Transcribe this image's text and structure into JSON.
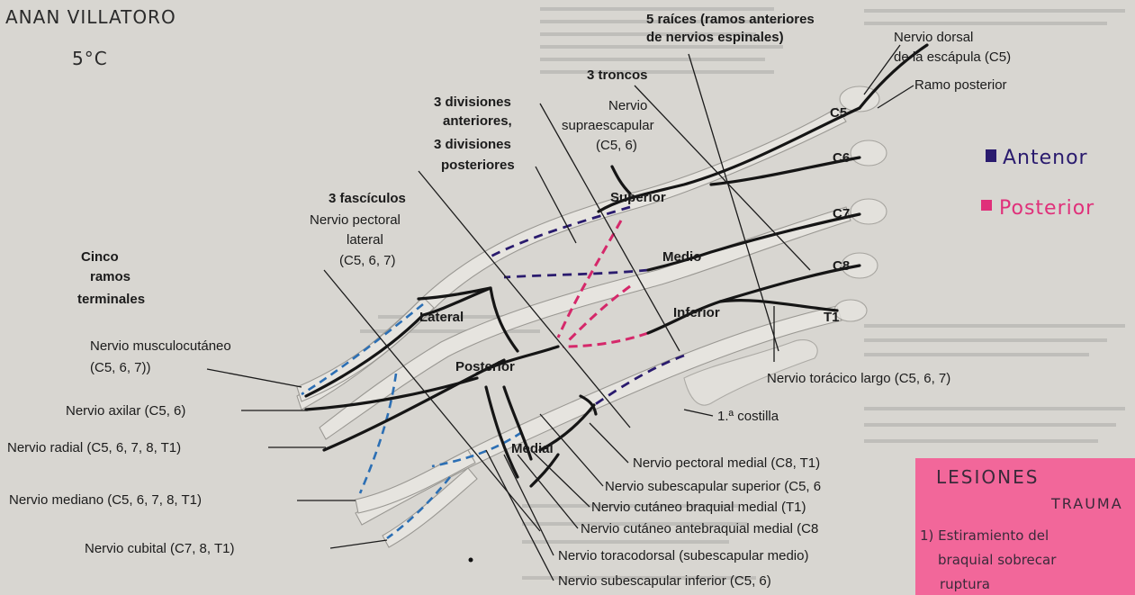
{
  "handwritten": {
    "name": "ANAN VILLATORO",
    "grade": "5°C",
    "legend_anterior": "Antenor",
    "legend_posterior": "Posterior",
    "colors": {
      "anterior": "#2a1b6e",
      "posterior": "#e0307a"
    }
  },
  "diagram": {
    "raices_line1": "5 raíces (ramos anteriores",
    "raices_line2": "de nervios espinales)",
    "troncos": "3 troncos",
    "divisiones_1": "3 divisiones",
    "divisiones_2": "anteriores,",
    "divisiones_3": "3 divisiones",
    "divisiones_4": "posteriores",
    "fasciculos": "3 fascículos",
    "terminales_1": "Cinco",
    "terminales_2": "ramos",
    "terminales_3": "terminales",
    "roots": [
      "C5",
      "C6",
      "C7",
      "C8",
      "T1"
    ],
    "trunks": [
      "Superior",
      "Medio",
      "Inferior"
    ],
    "cords": [
      "Lateral",
      "Posterior",
      "Medial"
    ],
    "primera_costilla": "1.ª costilla",
    "nerves": {
      "dorsal_escapula_1": "Nervio dorsal",
      "dorsal_escapula_2": "de la escápula (C5)",
      "ramo_posterior": "Ramo posterior",
      "supraescapular_1": "Nervio",
      "supraescapular_2": "supraescapular",
      "supraescapular_3": "(C5, 6)",
      "pectoral_lateral_1": "Nervio pectoral",
      "pectoral_lateral_2": "lateral",
      "pectoral_lateral_3": "(C5, 6, 7)",
      "musculocutaneo_1": "Nervio musculocutáneo",
      "musculocutaneo_2": "(C5, 6, 7))",
      "axilar": "Nervio axilar (C5, 6)",
      "radial": "Nervio radial (C5, 6, 7, 8, T1)",
      "mediano": "Nervio mediano (C5, 6, 7, 8, T1)",
      "cubital": "Nervio cubital (C7, 8, T1)",
      "toracico_largo": "Nervio torácico largo (C5, 6, 7)",
      "pectoral_medial": "Nervio pectoral medial (C8, T1)",
      "subescapular_superior": "Nervio subescapular superior (C5, 6",
      "cutaneo_braquial": "Nervio cutáneo braquial medial (T1)",
      "cutaneo_antebraquial": "Nervio cutáneo antebraquial medial (C8",
      "toracodorsal": "Nervio toracodorsal (subescapular medio)",
      "subescapular_inferior": "Nervio subescapular inferior (C5, 6)"
    }
  },
  "sticky_note": {
    "title": "LESIONES",
    "subtitle": "TRAUMA",
    "line1": "1) Estiramiento del",
    "line2": "braquial sobrecar",
    "line3": "ruptura",
    "color": "#f2679a"
  }
}
